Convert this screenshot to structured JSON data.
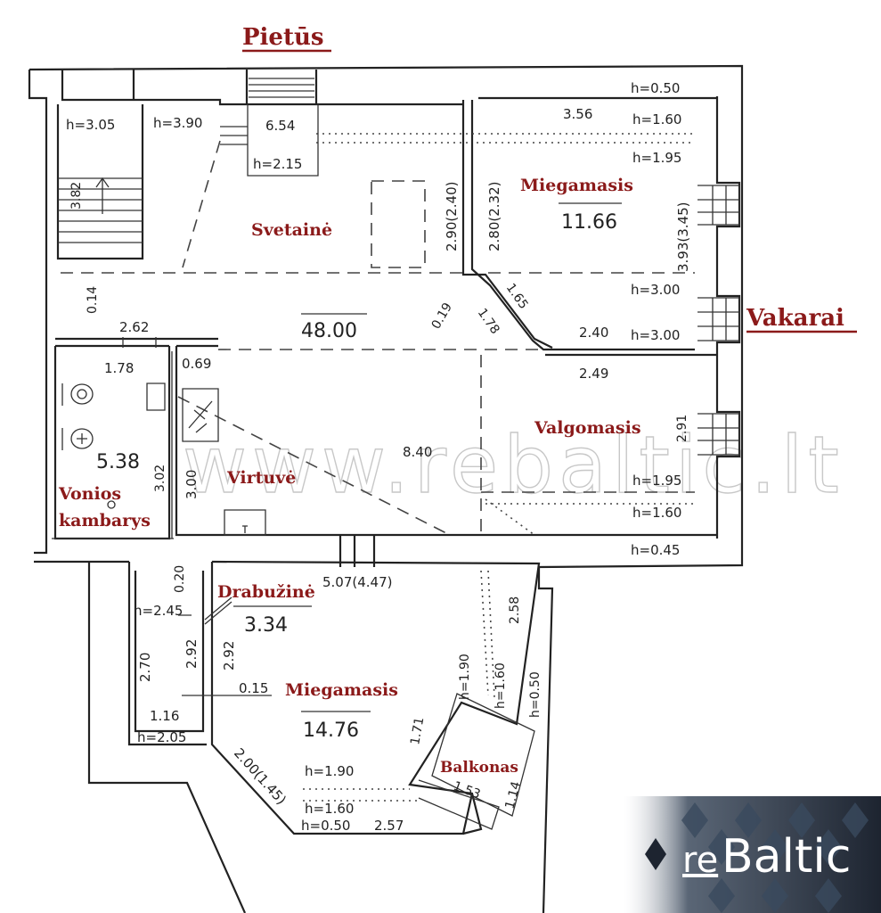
{
  "directions": {
    "south": "Pietūs",
    "west": "Vakarai"
  },
  "rooms": {
    "living": {
      "name": "Svetainė",
      "area": "48.00"
    },
    "bedroom1": {
      "name": "Miegamasis",
      "area": "11.66"
    },
    "dining": {
      "name": "Valgomasis"
    },
    "kitchen": {
      "name": "Virtuvė",
      "area_label": "8.40"
    },
    "bathroom": {
      "name_line1": "Vonios",
      "name_line2": "kambarys",
      "area": "5.38"
    },
    "wardrobe": {
      "name": "Drabužinė",
      "area": "3.34"
    },
    "bedroom2": {
      "name": "Miegamasis",
      "area": "14.76"
    },
    "balcony": {
      "name": "Balkonas"
    }
  },
  "heights": {
    "h305": "h=3.05",
    "h390": "h=3.90",
    "h215": "h=2.15",
    "h050_top": "h=0.50",
    "h160_top": "h=1.60",
    "h195_top": "h=1.95",
    "h300_a": "h=3.00",
    "h300_b": "h=3.00",
    "h195_mid": "h=1.95",
    "h160_mid": "h=1.60",
    "h045": "h=0.45",
    "h245": "h=2.45",
    "h205": "h=2.05",
    "h190_bot": "h=1.90",
    "h160_bot": "h=1.60",
    "h050_bot": "h=0.50",
    "h190_side": "h=1.90",
    "h160_side": "h=1.60",
    "h050_side": "h=0.50"
  },
  "dimensions": {
    "d654": "6.54",
    "d356": "3.56",
    "d382": "3.82",
    "d290": "2.90(2.40)",
    "d280": "2.80(2.32)",
    "d393": "3.93(3.45)",
    "d014": "0.14",
    "d262": "2.62",
    "d019": "0.19",
    "d165": "1.65",
    "d178a": "1.78",
    "d240": "2.40",
    "d178b": "1.78",
    "d069": "0.69",
    "d249": "2.49",
    "d291": "2.91",
    "d302": "3.02",
    "d300": "3.00",
    "d507": "5.07(4.47)",
    "d020": "0.20",
    "d270": "2.70",
    "d292a": "2.92",
    "d292b": "2.92",
    "d015": "0.15",
    "d116": "1.16",
    "d258": "2.58",
    "d171": "1.71",
    "d200": "2.00(1.45)",
    "d257": "2.57",
    "d153": "1.53",
    "d114": "1.14"
  },
  "watermark": "www.rebaltic.lt",
  "logo": {
    "prefix": "re",
    "name": "Baltic"
  },
  "colors": {
    "label": "#8b1a1a",
    "logo_bg": "#1d2430",
    "logo_accent": "#3a4a5e"
  }
}
